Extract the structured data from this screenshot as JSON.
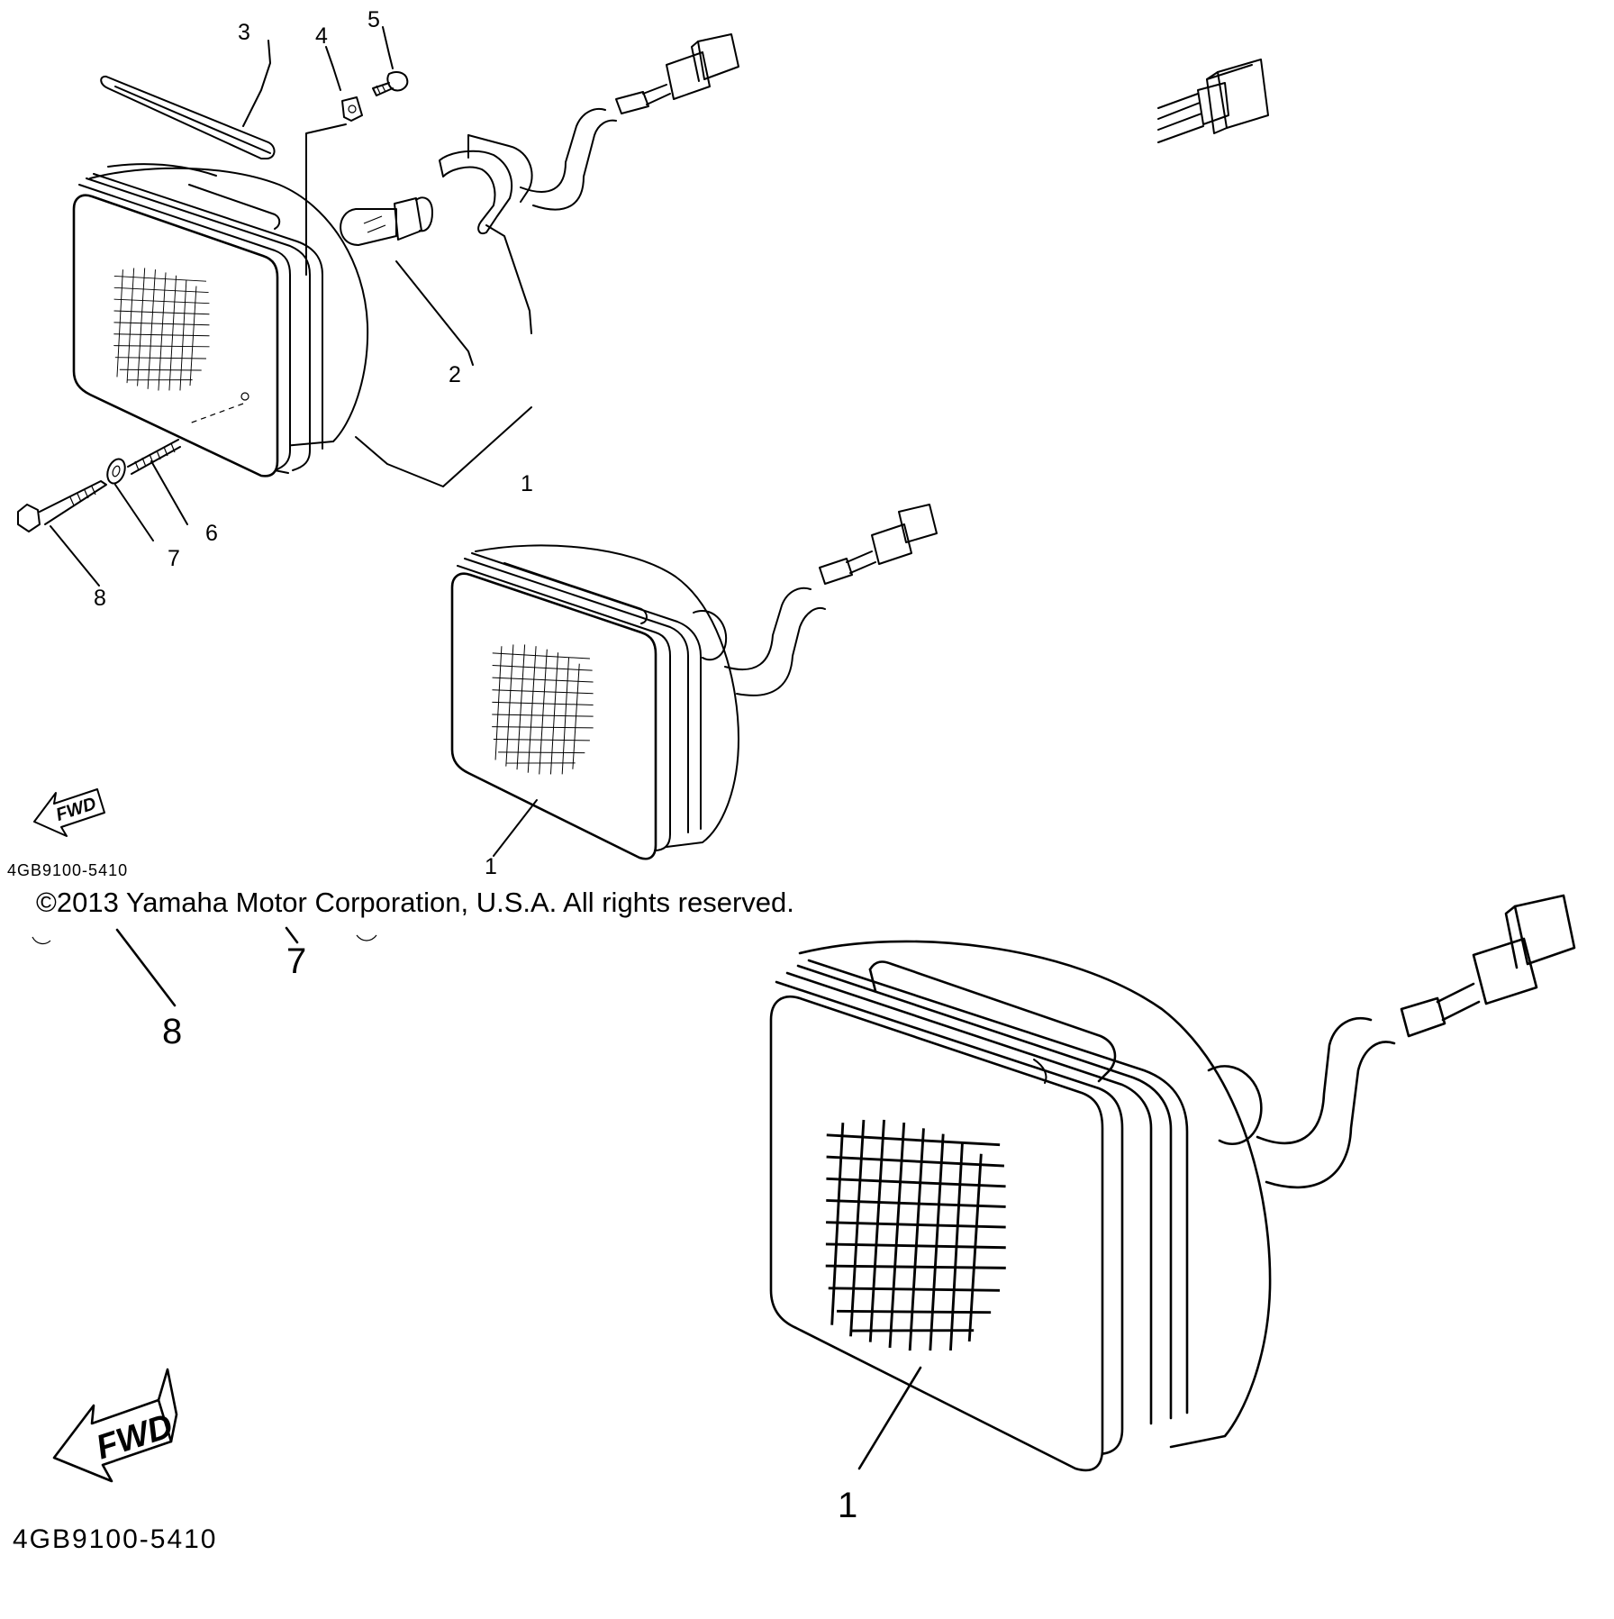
{
  "diagram": {
    "labels_small": {
      "l1": "1",
      "l2": "2",
      "l3": "3",
      "l4": "4",
      "l5": "5",
      "l6": "6",
      "l7": "7",
      "l8": "8",
      "l1b": "1"
    },
    "labels_large": {
      "l7": "7",
      "l8": "8",
      "l1": "1"
    },
    "fwd_label": "FWD",
    "part_code": "4GB9100-5410",
    "copyright": "©2013 Yamaha Motor Corporation, U.S.A. All rights reserved."
  }
}
